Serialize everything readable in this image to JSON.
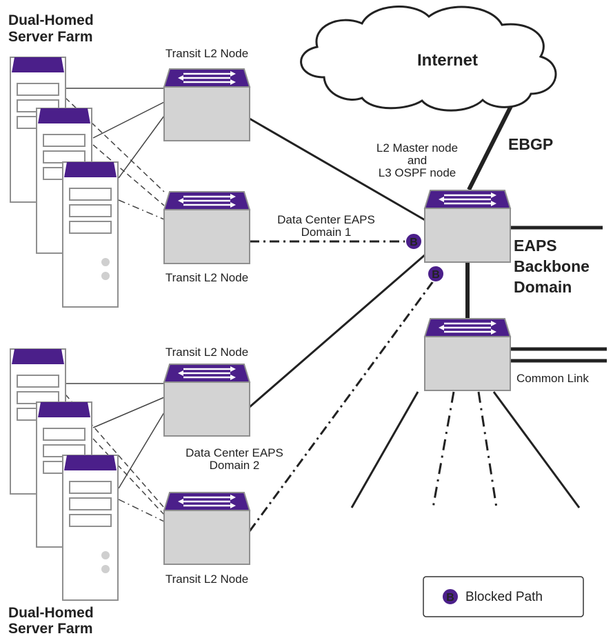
{
  "colors": {
    "purple": "#4b1f8a",
    "device_gray": "#d3d3d3",
    "device_border": "#8f8f8f",
    "line": "#222222"
  },
  "labels": {
    "farm_top_line1": "Dual-Homed",
    "farm_top_line2": "Server Farm",
    "farm_bottom_line1": "Dual-Homed",
    "farm_bottom_line2": "Server Farm",
    "transit_1": "Transit L2 Node",
    "transit_2": "Transit L2 Node",
    "transit_3": "Transit L2 Node",
    "transit_4": "Transit L2 Node",
    "internet": "Internet",
    "ebgp": "EBGP",
    "master_line1": "L2 Master node",
    "master_line2": "and",
    "master_line3": "L3 OSPF node",
    "dc_domain1_line1": "Data Center EAPS",
    "dc_domain1_line2": "Domain 1",
    "dc_domain2_line1": "Data Center EAPS",
    "dc_domain2_line2": "Domain 2",
    "backbone_line1": "EAPS",
    "backbone_line2": "Backbone",
    "backbone_line3": "Domain",
    "common_link": "Common Link",
    "blocked_badge": "B",
    "legend_text": "Blocked Path"
  },
  "icons": [
    "switch-icon",
    "server-icon",
    "cloud-icon",
    "blocked-badge-icon"
  ]
}
